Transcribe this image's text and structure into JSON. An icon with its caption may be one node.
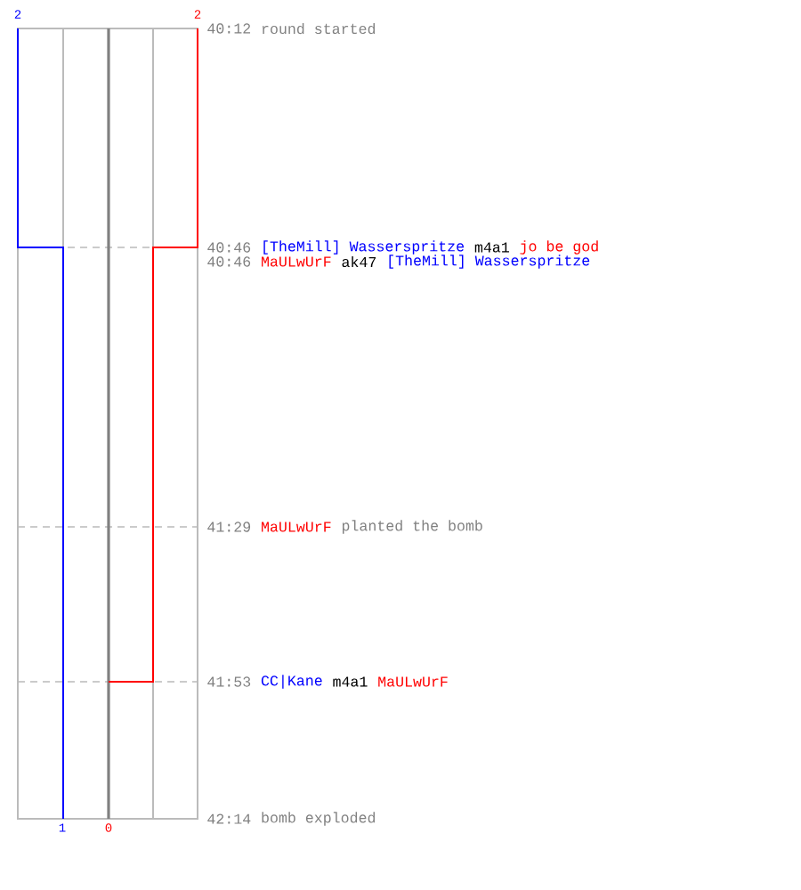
{
  "diagram": {
    "labels": [
      "2",
      "2",
      "40:12",
      "round started",
      "40:46",
      "[TheMill] Wasserspritze",
      "m4a1",
      "jo be god",
      "40:46",
      "MaULwUrF",
      "ak47",
      "[TheMill] Wasserspritze",
      "41:29",
      "MaULwUrF",
      "planted the bomb",
      "41:53",
      "CC|Kane",
      "m4a1",
      "MaULwUrF",
      "42:14",
      "bomb exploded",
      "1",
      "0"
    ]
  }
}
